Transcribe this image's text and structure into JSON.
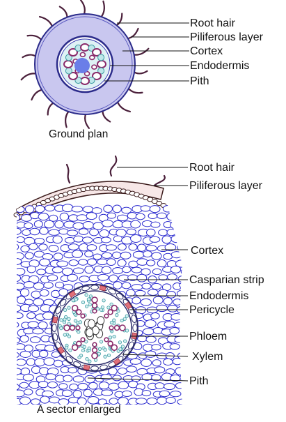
{
  "ground_plan": {
    "caption": "Ground plan",
    "labels": {
      "root_hair": "Root hair",
      "piliferous_layer": "Piliferous layer",
      "cortex": "Cortex",
      "endodermis": "Endodermis",
      "pith": "Pith"
    }
  },
  "sector": {
    "caption": "A sector enlarged",
    "labels": {
      "root_hair": "Root hair",
      "piliferous_layer": "Piliferous layer",
      "cortex": "Cortex",
      "casparian_strip": "Casparian strip",
      "endodermis": "Endodermis",
      "pericycle": "Pericycle",
      "phloem": "Phloem",
      "xylem": "Xylem",
      "pith": "Pith"
    }
  },
  "colors": {
    "cortex_fill": "#c9c7ef",
    "cortex_outline": "#3b3bb0",
    "cell_outline": "#2a2acf",
    "root_hair": "#4a1f3a",
    "casparian": "#e0707a",
    "phloem_dot": "#3a9aa0",
    "xylem_cell": "#8a2a6a",
    "pith": "#6a7ee8"
  }
}
